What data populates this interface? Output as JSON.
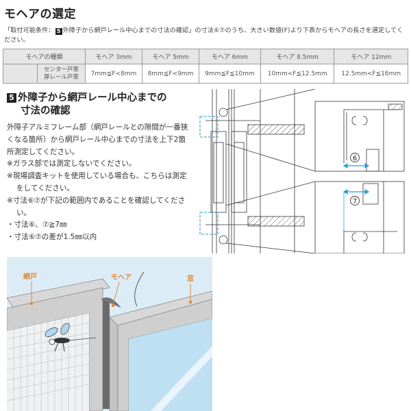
{
  "page": {
    "title": "モヘアの選定",
    "intro": {
      "prefix": "「取付可能条件：",
      "badge": "5",
      "text": "外障子から網戸レール中心までの寸法の確認」の寸法⑥⑦のうち、大きい数値(F)より下表からモヘアの長さを選定してください。"
    }
  },
  "table": {
    "header_label": "モヘアの種類",
    "columns": [
      "モヘア 3mm",
      "モヘア 5mm",
      "モヘア 6mm",
      "モヘア 8.5mm",
      "モヘア 12mm"
    ],
    "row_label_line1": "センター戸車",
    "row_label_line2": "厚レール戸車",
    "values": [
      "7mm≦F<8mm",
      "8mm≦F<9mm",
      "9mm≦F≦10mm",
      "10mm<F≦12.5mm",
      "12.5mm<F≦16mm"
    ]
  },
  "section": {
    "badge": "5",
    "title_line1": "外障子から網戸レール中心までの",
    "title_line2": "寸法の確認",
    "paragraphs": [
      "外障子アルミフレーム部（網戸レールとの隙間が一番狭くなる箇所）から網戸レール中心までの寸法を上下2箇所測定してください。",
      "※ガラス部では測定しないでください。",
      "※現場調査キットを使用している場合も、こちらは測定をしてください。",
      "※寸法⑥⑦が下記の範囲内であることを確認してください。",
      "・寸法⑥、⑦≧7㎜",
      "・寸法⑥⑦の差が1.5㎜以内"
    ]
  },
  "drawing": {
    "label_top": "⑥",
    "label_bottom": "⑦",
    "accent_color": "#2a9fd6",
    "dash_color": "#5aaecf"
  },
  "illustration": {
    "label_screen": "網戸",
    "label_mohair": "モヘア",
    "label_window": "窓",
    "label_color": "#e08a3c",
    "sky_color": "#dcecf6",
    "frame_color": "#d4d4d4",
    "glass_color": "#bfe0f3"
  }
}
